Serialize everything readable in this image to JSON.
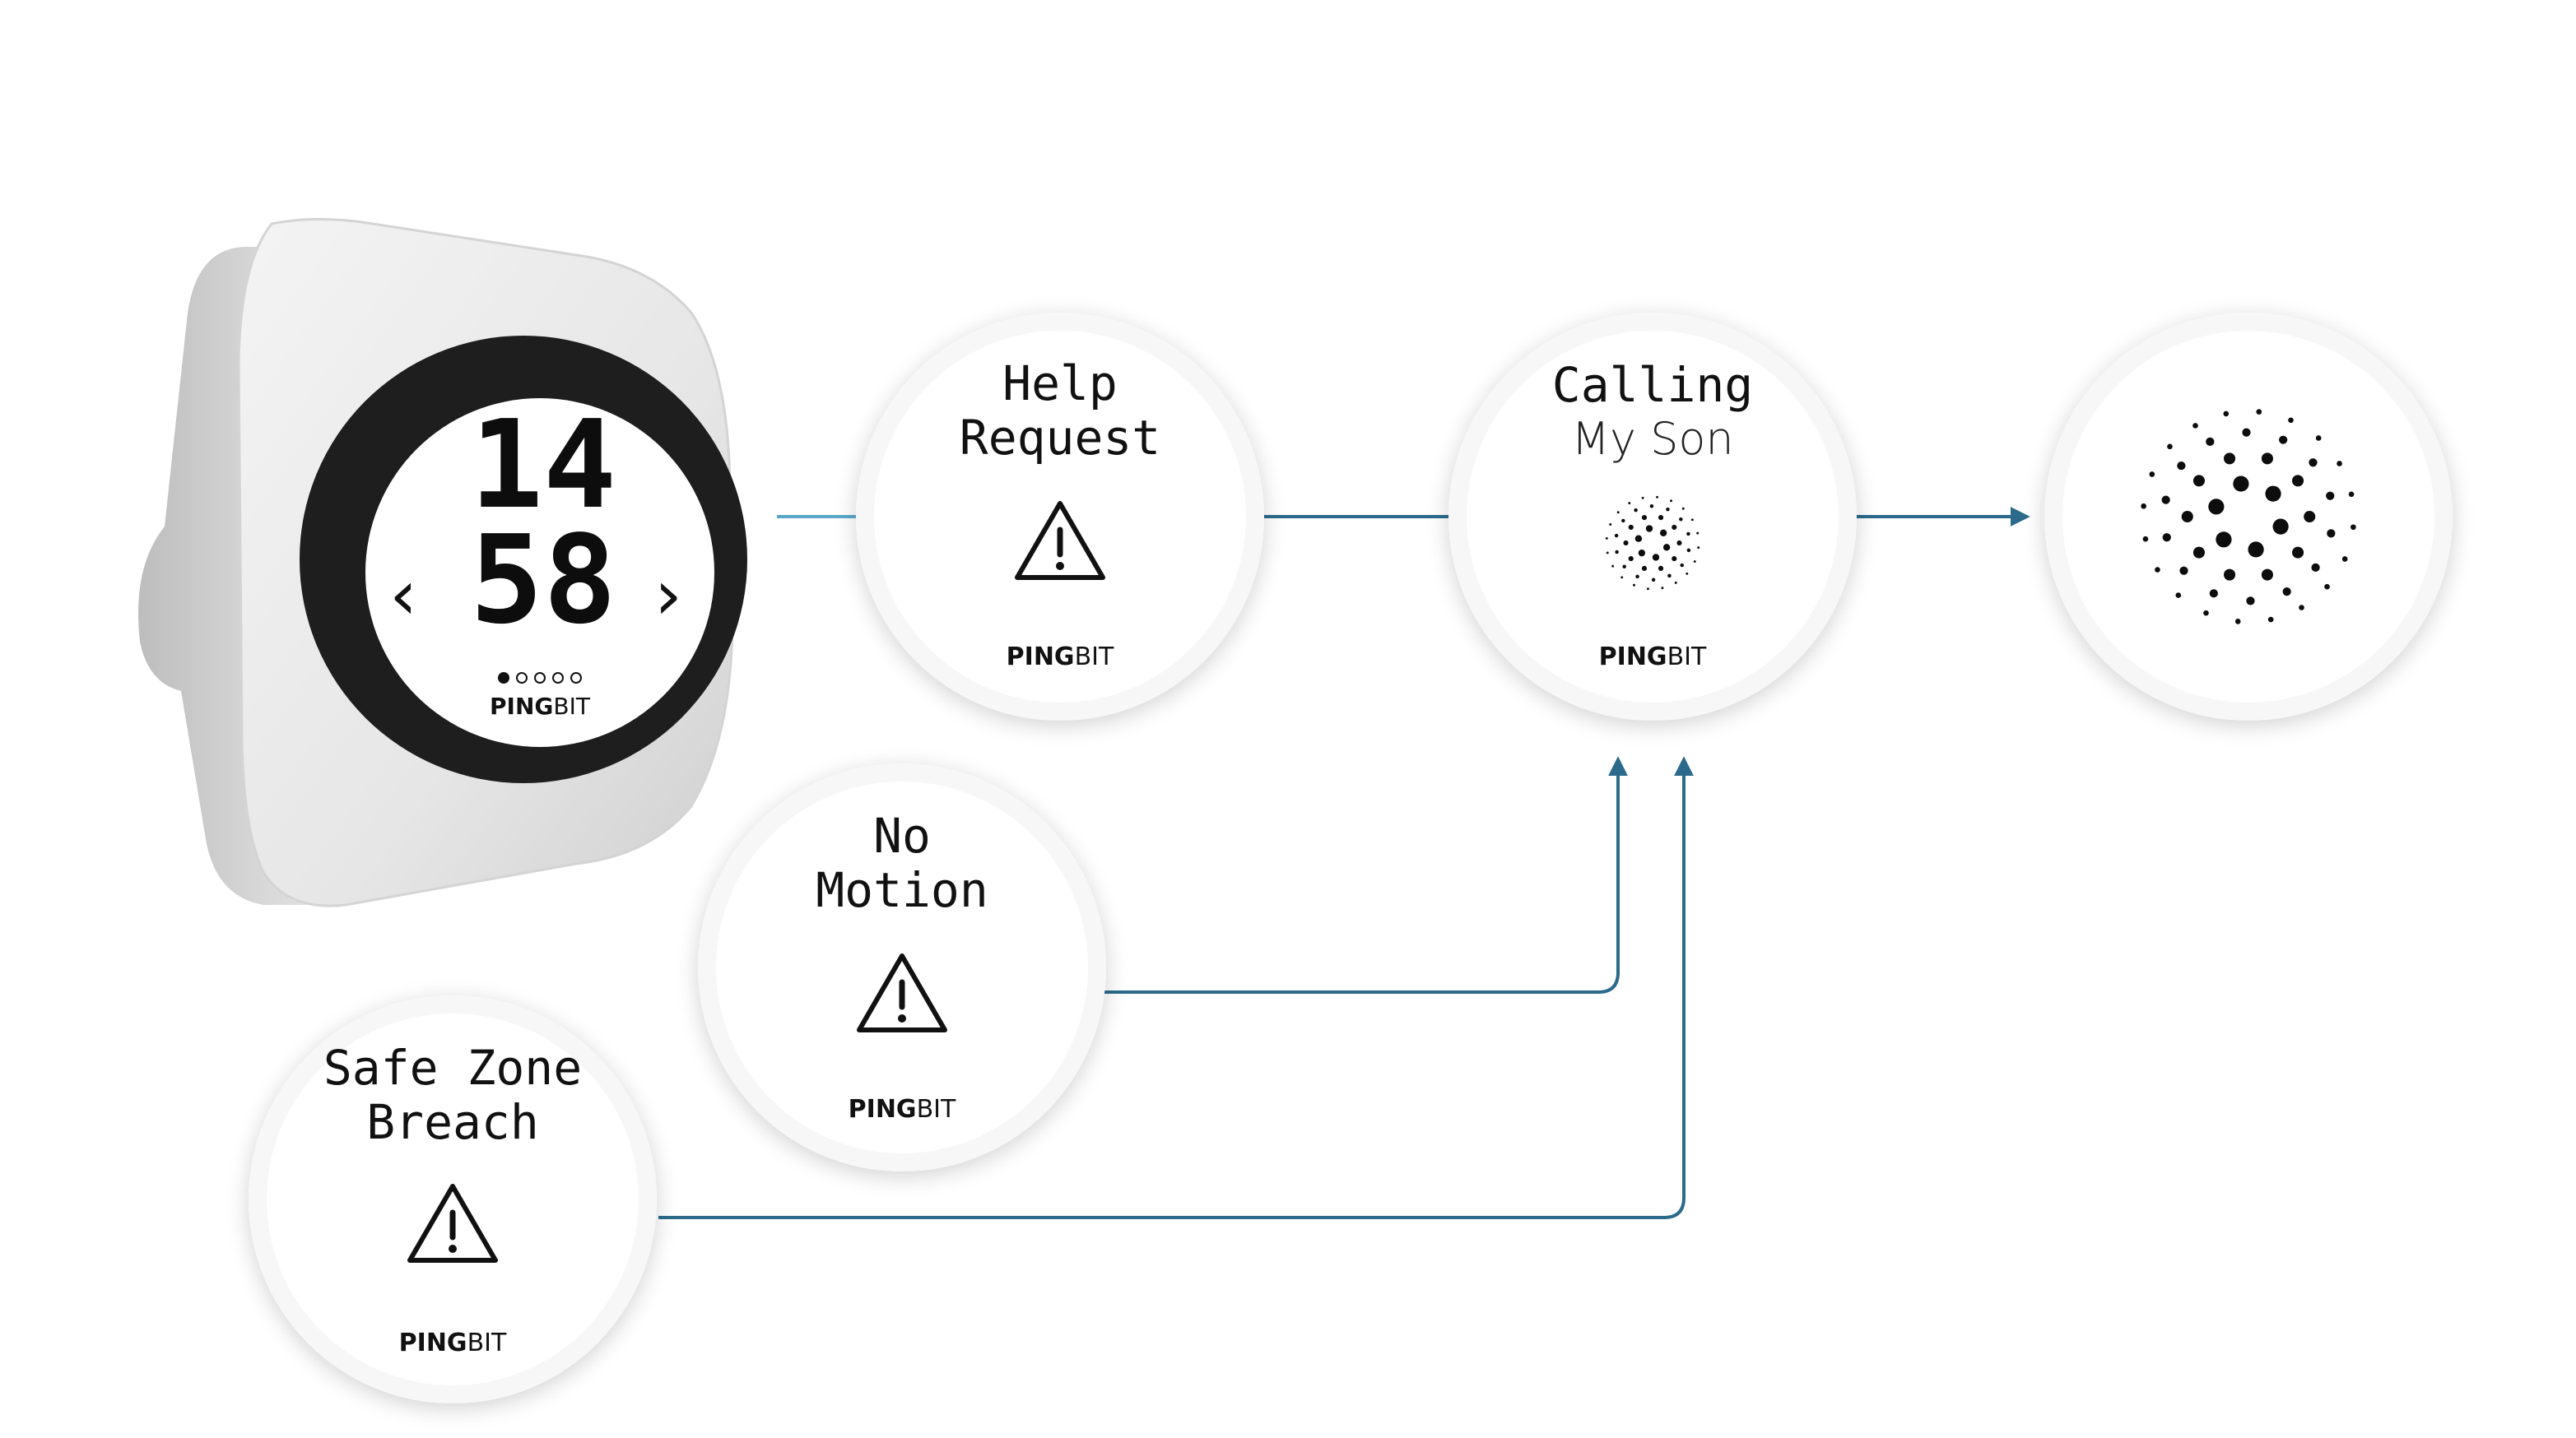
{
  "watch": {
    "hour": "14",
    "minute": "58",
    "nav_prev": "‹",
    "nav_next": "›",
    "brand_bold": "PING",
    "brand_light": "BIT"
  },
  "screens": {
    "help": {
      "line1": "Help",
      "line2": "Request",
      "brand_bold": "PING",
      "brand_light": "BIT"
    },
    "calling": {
      "line1": "Calling",
      "line2": "My Son",
      "brand_bold": "PING",
      "brand_light": "BIT"
    },
    "motion": {
      "line1": "No",
      "line2": "Motion",
      "brand_bold": "PING",
      "brand_light": "BIT"
    },
    "zone": {
      "line1": "Safe Zone",
      "line2": "Breach",
      "brand_bold": "PING",
      "brand_light": "BIT"
    }
  },
  "colors": {
    "connector": "#2b6a8a",
    "connector_light": "#5aa8c8",
    "bezel": "#1e1e1e"
  }
}
